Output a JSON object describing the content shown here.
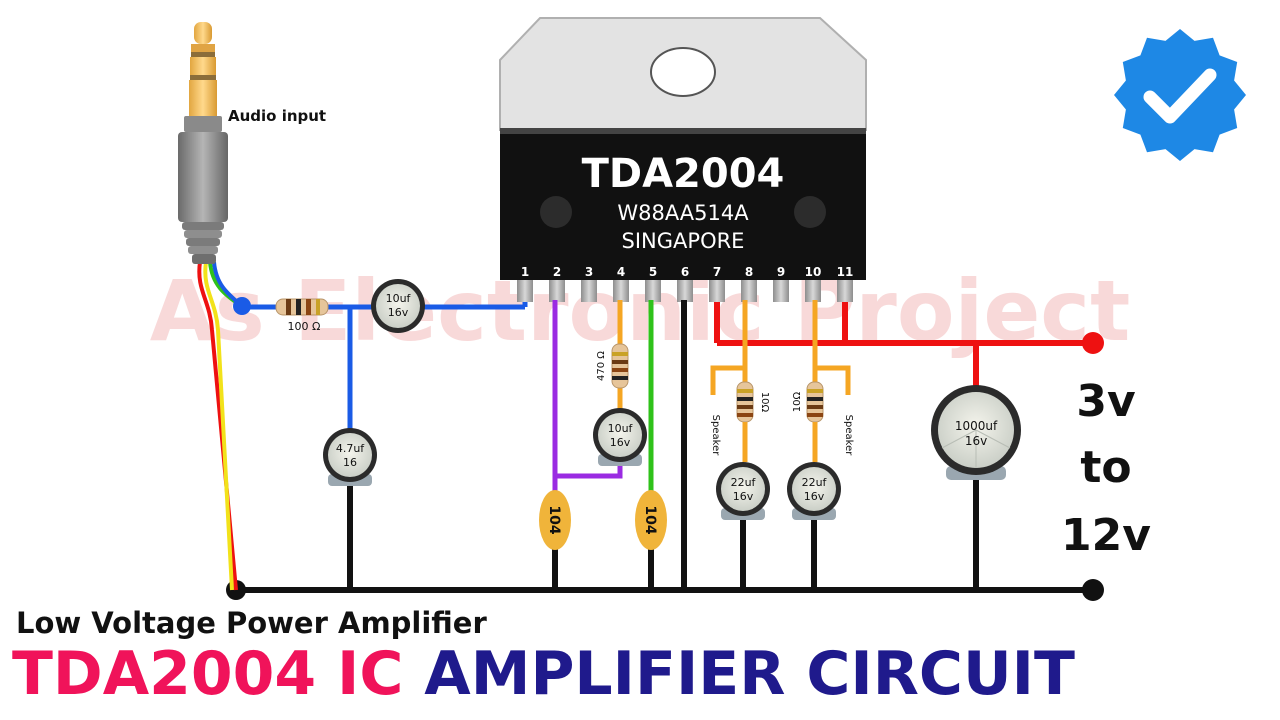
{
  "watermark": "As Electronic Project",
  "ic": {
    "name": "TDA2004",
    "code": "W88AA514A",
    "origin": "SINGAPORE",
    "pins": [
      "1",
      "2",
      "3",
      "4",
      "5",
      "6",
      "7",
      "8",
      "9",
      "10",
      "11"
    ]
  },
  "labels": {
    "audio_input": "Audio input",
    "r_input": "100 Ω",
    "c_input": {
      "value": "10uf",
      "voltage": "16v"
    },
    "c_bias": {
      "value": "4.7uf",
      "voltage": "16"
    },
    "r_pin4": "470 Ω",
    "c_pin4": {
      "value": "10uf",
      "voltage": "16v"
    },
    "cap_104_left": "104",
    "cap_104_right": "104",
    "r_left": "10Ω",
    "r_right": "10Ω",
    "speaker_left": "Speaker",
    "speaker_right": "Speaker",
    "c_out_left": {
      "value": "22uf",
      "voltage": "16v"
    },
    "c_out_right": {
      "value": "22uf",
      "voltage": "16v"
    },
    "c_supply": {
      "value": "1000uf",
      "voltage": "16v"
    },
    "supply_line1": "3v",
    "supply_line2": "to",
    "supply_line3": "12v"
  },
  "footer": {
    "subtitle": "Low Voltage Power Amplifier",
    "title_part1": "TDA2004 IC",
    "title_part2": "AMPLIFIER CIRCUIT"
  },
  "colors": {
    "title_red": "#f0135a",
    "title_blue": "#1f1a8c",
    "badge": "#1e88e5",
    "wire_red": "#ee1111",
    "wire_blue": "#1a5be6",
    "wire_purple": "#9a2be2",
    "wire_green": "#2fc21a",
    "wire_orange": "#f5a623"
  },
  "badge_icon": "verified-check-icon"
}
